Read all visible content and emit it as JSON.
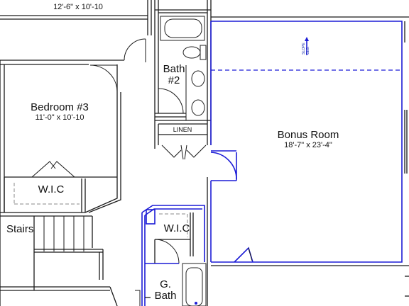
{
  "rooms": {
    "bedroom_2_dims": "12'-6\" x 10'-10",
    "bath2_line1": "Bath",
    "bath2_line2": "#2",
    "bedroom3_name": "Bedroom #3",
    "bedroom3_dims": "11'-0\" x 10'-10",
    "linen": "LINEN",
    "wic_left": "W.I.C",
    "wic_center": "W.I.C",
    "bonus_name": "Bonus Room",
    "bonus_dims": "18'-7\" x 23'-4\"",
    "slope_line1": "SLOPE",
    "slope_line2": "CLG.",
    "stairs": "Stairs",
    "gbath_line1": "G.",
    "gbath_line2": "Bath"
  },
  "colors": {
    "wall": "#1a1a1a",
    "bonus_outline": "#1c1cd6"
  }
}
